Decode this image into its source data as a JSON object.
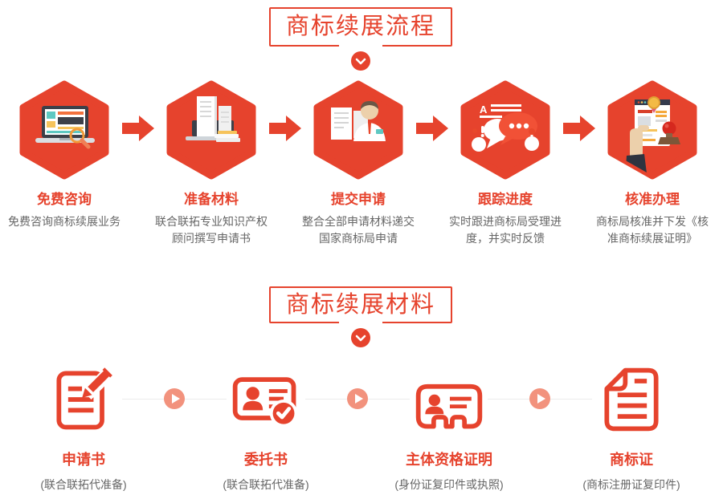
{
  "colors": {
    "primary_red": "#e6432d",
    "bubble_red": "#f15136",
    "salmon_arrow": "#f2927d",
    "text_gray": "#666666",
    "connector_line": "#ececec"
  },
  "process_section": {
    "title": "商标续展流程",
    "steps": [
      {
        "name": "免费咨询",
        "desc": "免费咨询商标续展业务",
        "icon": "laptop-analytics-icon"
      },
      {
        "name": "准备材料",
        "desc": "联合联拓专业知识产权顾问撰写申请书",
        "icon": "documents-stack-icon"
      },
      {
        "name": "提交申请",
        "desc": "整合全部申请材料递交国家商标局申请",
        "icon": "agent-documents-icon"
      },
      {
        "name": "跟踪进度",
        "desc": "实时跟进商标局受理进度，并实时反馈",
        "icon": "chat-bubbles-icon"
      },
      {
        "name": "核准办理",
        "desc": "商标局核准并下发《核准商标续展证明》",
        "icon": "stamp-approval-icon"
      }
    ]
  },
  "materials_section": {
    "title": "商标续展材料",
    "items": [
      {
        "name": "申请书",
        "desc": "(联合联拓代准备)",
        "icon": "document-pencil-icon"
      },
      {
        "name": "委托书",
        "desc": "(联合联拓代准备)",
        "icon": "id-card-check-icon"
      },
      {
        "name": "主体资格证明",
        "desc": "(身份证复印件或执照)",
        "icon": "id-card-icon"
      },
      {
        "name": "商标证",
        "desc": "(商标注册证复印件)",
        "icon": "certificate-document-icon"
      }
    ]
  },
  "icons": {
    "section_marker": "chevron-down-circle-icon",
    "step_connector": "arrow-right-icon",
    "material_connector": "play-circle-icon",
    "chat_annotation": "A"
  }
}
